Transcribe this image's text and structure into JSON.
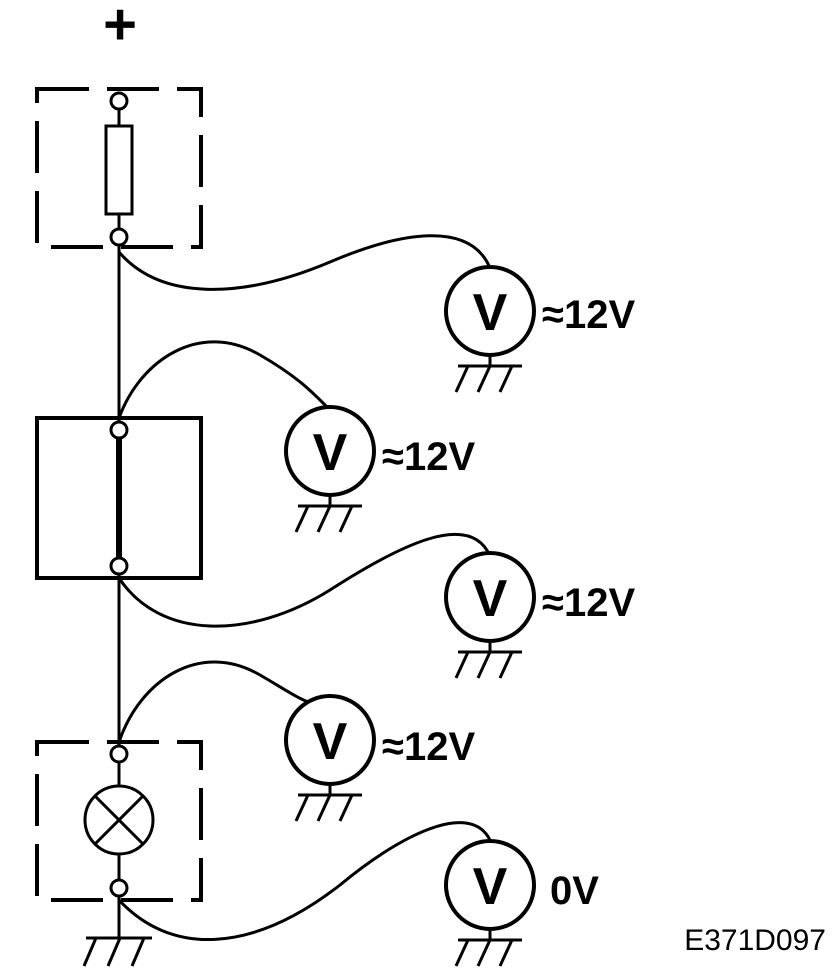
{
  "supply": {
    "symbol": "+"
  },
  "meter_symbol": "V",
  "meters": [
    {
      "id": "meter-1",
      "reading": "≈12V"
    },
    {
      "id": "meter-2",
      "reading": "≈12V"
    },
    {
      "id": "meter-3",
      "reading": "≈12V"
    },
    {
      "id": "meter-4",
      "reading": "≈12V"
    },
    {
      "id": "meter-5",
      "reading": "0V"
    }
  ],
  "diagram_code": "E371D097"
}
